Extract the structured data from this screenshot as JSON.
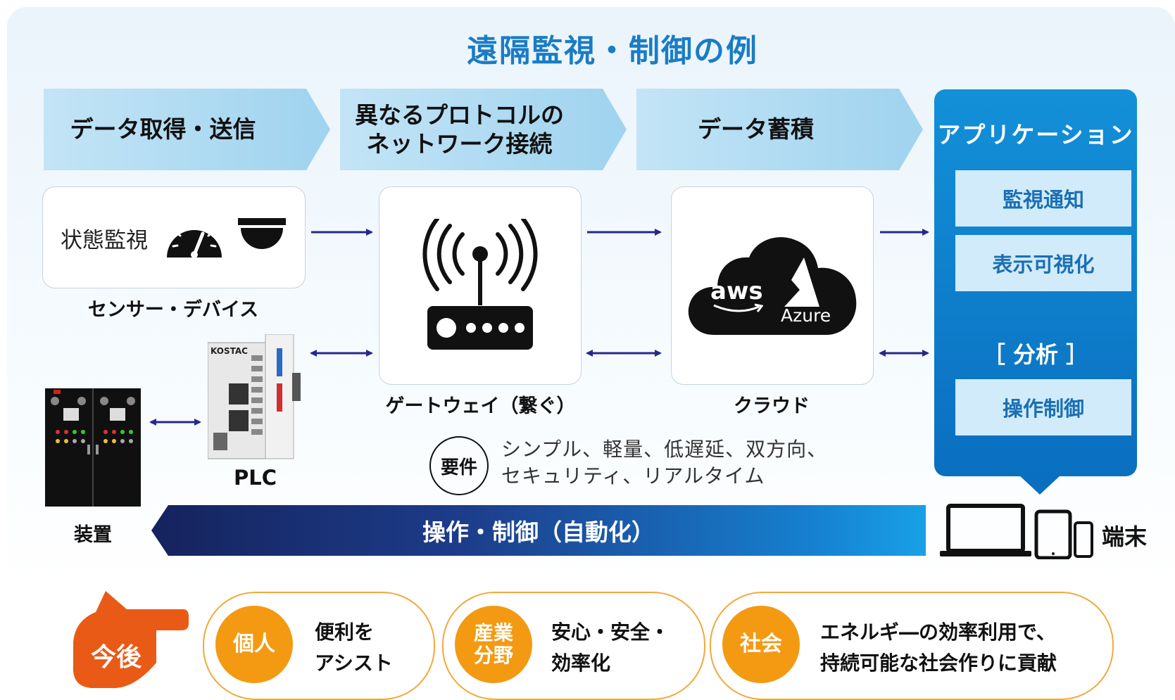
{
  "title": "遠隔監視・制御の例",
  "steps": [
    {
      "label_lines": [
        "データ取得・送信"
      ]
    },
    {
      "label_lines": [
        "異なるプロトコルの",
        "ネットワーク接続"
      ]
    },
    {
      "label_lines": [
        "データ蓄積"
      ]
    }
  ],
  "sensor": {
    "text": "状態監視",
    "caption": "センサー・デバイス",
    "icons": [
      "gauge-icon",
      "dome-camera-icon"
    ]
  },
  "gateway": {
    "caption": "ゲートウェイ（繋ぐ）",
    "icon": "wifi-router-icon"
  },
  "cloud": {
    "caption": "クラウド",
    "aws_text": "aws",
    "azure_text": "Azure"
  },
  "plc": {
    "caption": "PLC",
    "brand": "KOSTAC"
  },
  "device": {
    "caption": "装置"
  },
  "application": {
    "title": "アプリケーション",
    "items": [
      "監視通知",
      "表示可視化",
      "操作制御"
    ],
    "analysis": "［ 分析 ］"
  },
  "requirements": {
    "badge": "要件",
    "lines": [
      "シンプル、軽量、低遅延、双方向、",
      "セキュリティ、リアルタイム"
    ]
  },
  "control_bar": {
    "label": "操作・制御（自動化）"
  },
  "terminal": {
    "label": "端末"
  },
  "future": {
    "label": "今後",
    "items": [
      {
        "badge_lines": [
          "個人"
        ],
        "text_lines": [
          "便利を",
          "アシスト"
        ]
      },
      {
        "badge_lines": [
          "産業",
          "分野"
        ],
        "text_lines": [
          "安心・安全・",
          "効率化"
        ]
      },
      {
        "badge_lines": [
          "社会"
        ],
        "text_lines": [
          "エネルギ―の効率利用で、",
          "持続可能な社会作りに貢献"
        ]
      }
    ]
  },
  "colors": {
    "title_blue": "#1a7cc4",
    "arrow": "#27288a",
    "orange": "#f39a12",
    "orange_hand": "#ea5a17"
  }
}
